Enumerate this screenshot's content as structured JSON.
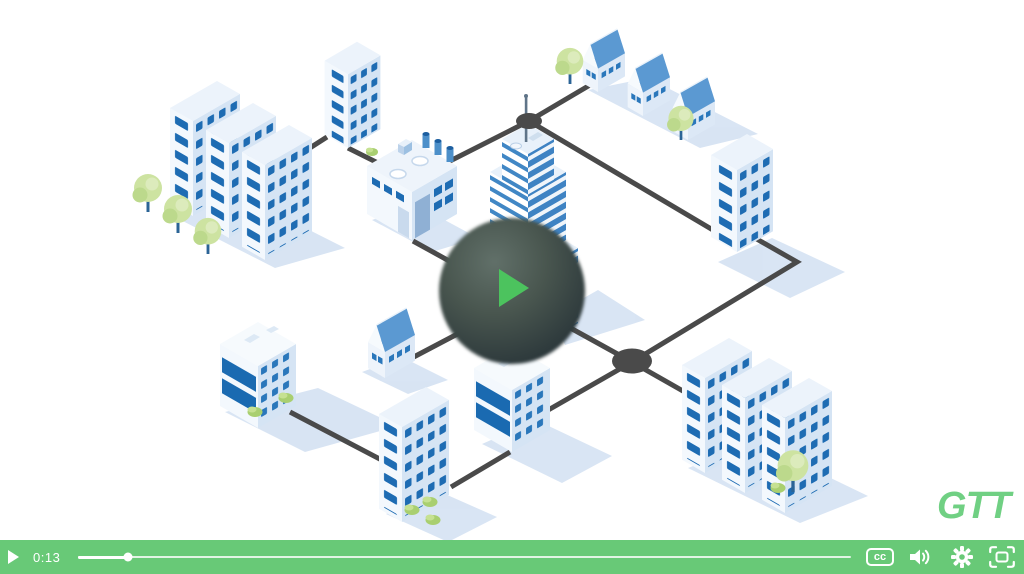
{
  "brand": {
    "logo_text": "GTT",
    "logo_color": "#70d083"
  },
  "overlay": {
    "play_icon": "play-icon",
    "play_icon_color": "#4cc35e"
  },
  "player_bar": {
    "background_color": "#68c977",
    "current_time": "0:13",
    "progress_percent": 6.5,
    "captions_label": "cc",
    "icons": [
      "play-icon",
      "captions-icon",
      "volume-icon",
      "settings-icon",
      "fullscreen-icon"
    ]
  },
  "illustration": {
    "description": "Isometric city network: apartment blocks, houses, offices, a factory and a skyscraper with antenna, connected by dark telecom lines through two hub nodes, with green trees and bushes",
    "line_color": "#4a4a4a",
    "window_color": "#1e6cb3",
    "hub_nodes": 2
  }
}
